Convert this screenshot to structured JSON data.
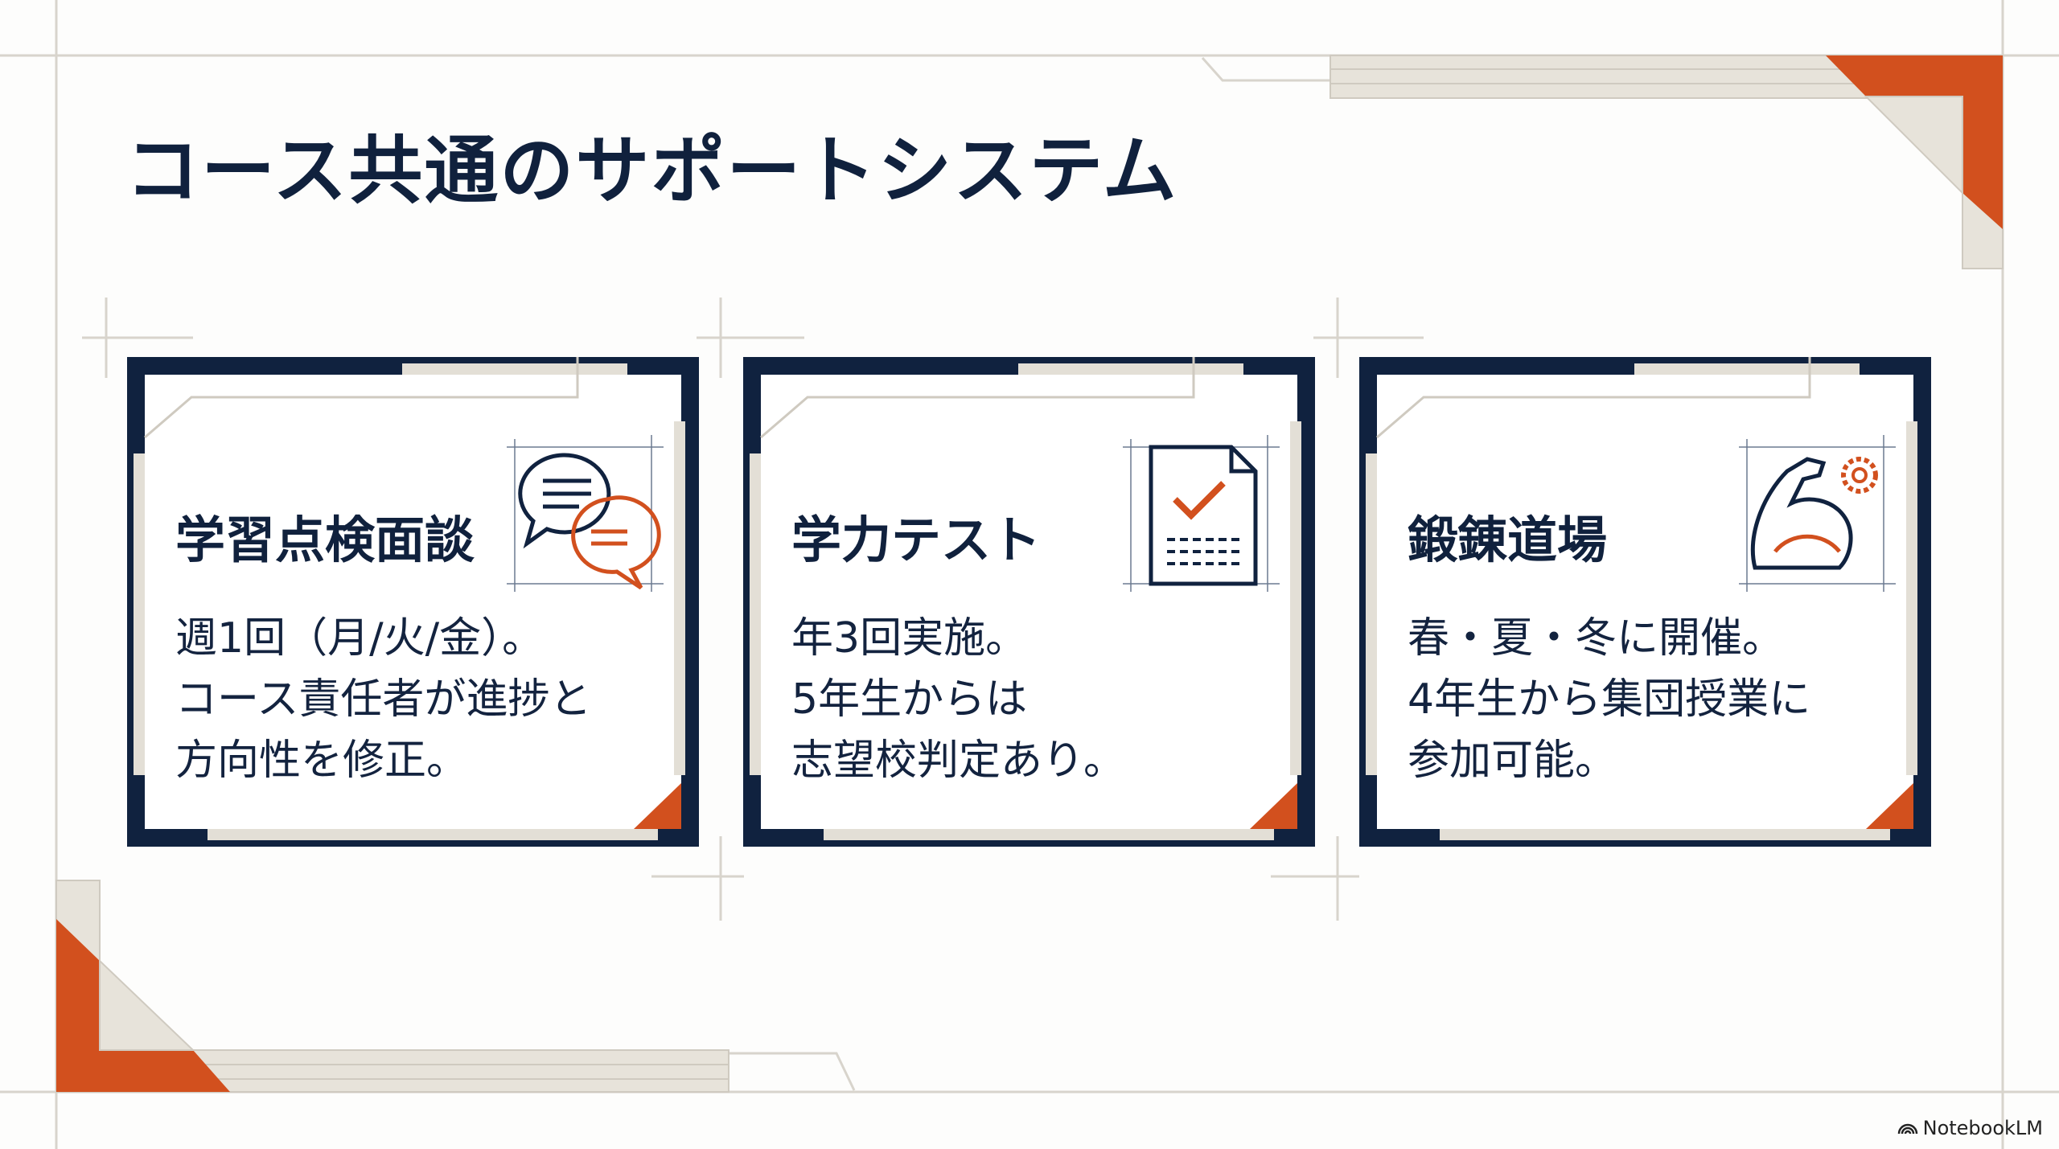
{
  "title": "コース共通のサポートシステム",
  "cards": [
    {
      "heading": "学習点検面談",
      "icon": "chat-bubbles-icon",
      "lines": [
        "週1回（月/火/金）。",
        "コース責任者が進捗と",
        "方向性を修正。"
      ]
    },
    {
      "heading": "学力テスト",
      "icon": "test-document-check-icon",
      "lines": [
        "年3回実施。",
        "5年生からは",
        "志望校判定あり。"
      ]
    },
    {
      "heading": "鍛錬道場",
      "icon": "muscle-gear-icon",
      "lines": [
        "春・夏・冬に開催。",
        "4年生から集団授業に",
        "参加可能。"
      ]
    }
  ],
  "brand": "NotebookLM",
  "colors": {
    "navy": "#10223f",
    "orange": "#d2501e",
    "beige": "#e3dfd6"
  }
}
